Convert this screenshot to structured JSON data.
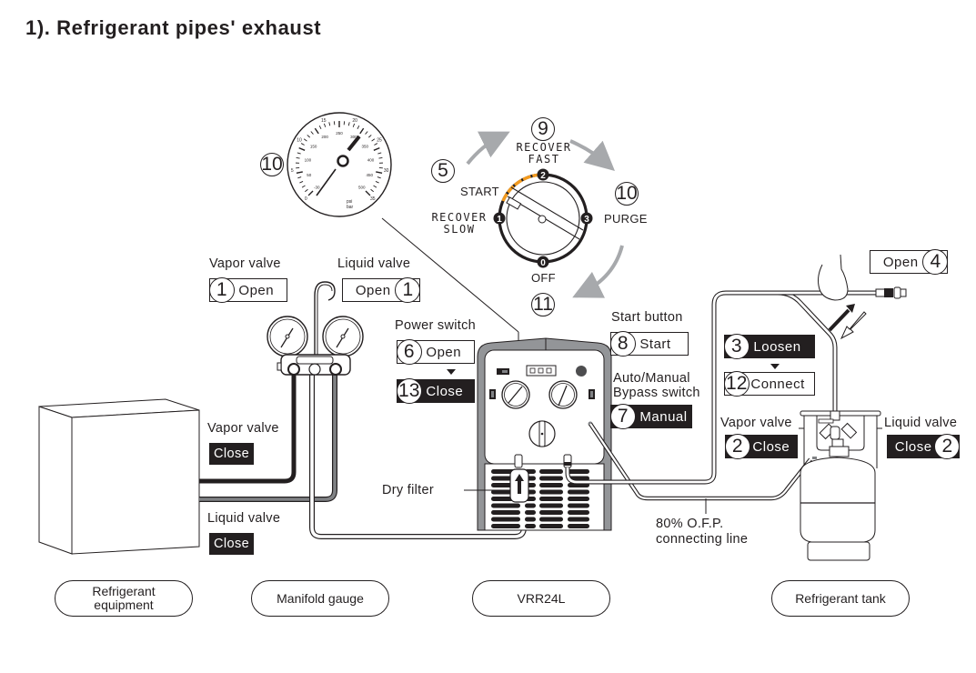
{
  "title": "1). Refrigerant pipes' exhaust",
  "colors": {
    "ink": "#231f20",
    "accent_orange": "#f39a1e",
    "arrow_gray": "#a7a9ac",
    "pipe_gray": "#808285",
    "unit_gray": "#939598"
  },
  "gauge": {
    "step": "10",
    "outer_scale": [
      "0",
      "5",
      "10",
      "15",
      "20",
      "25",
      "30",
      "35"
    ],
    "inner_scale": [
      "-30",
      "50",
      "100",
      "150",
      "200",
      "250",
      "300",
      "350",
      "400",
      "450",
      "500"
    ],
    "units": [
      "psi",
      "bar"
    ]
  },
  "knob": {
    "steps": {
      "start": "5",
      "recover_fast": "9",
      "purge": "10",
      "off": "11"
    },
    "labels": {
      "recover_fast": [
        "RECOVER",
        "FAST"
      ],
      "start": "START",
      "recover_slow": [
        "RECOVER",
        "SLOW"
      ],
      "purge": "PURGE",
      "off": "OFF"
    },
    "positions": [
      "0",
      "1",
      "2",
      "3"
    ]
  },
  "manifold": {
    "vapor_valve": {
      "label": "Vapor valve",
      "step": "1",
      "action": "Open"
    },
    "liquid_valve": {
      "label": "Liquid valve",
      "step": "1",
      "action": "Open"
    }
  },
  "equipment": {
    "vapor_valve": {
      "label": "Vapor valve",
      "action": "Close"
    },
    "liquid_valve": {
      "label": "Liquid valve",
      "action": "Close"
    }
  },
  "unit": {
    "power_switch": {
      "label": "Power switch",
      "steps": [
        {
          "step": "6",
          "action": "Open"
        },
        {
          "step": "13",
          "action": "Close"
        }
      ]
    },
    "start_button": {
      "label": "Start button",
      "step": "8",
      "action": "Start"
    },
    "bypass_switch": {
      "label": [
        "Auto/Manual",
        "Bypass switch"
      ],
      "step": "7",
      "action": "Manual"
    },
    "dry_filter": "Dry filter",
    "ofp_line": [
      "80% O.F.P.",
      "connecting line"
    ]
  },
  "tank": {
    "hose_end": {
      "step": "4",
      "action": "Open"
    },
    "hose_fitting": {
      "steps": [
        {
          "step": "3",
          "action": "Loosen"
        },
        {
          "step": "12",
          "action": "Connect"
        }
      ]
    },
    "vapor_valve": {
      "label": "Vapor valve",
      "step": "2",
      "action": "Close"
    },
    "liquid_valve": {
      "label": "Liquid valve",
      "step": "2",
      "action": "Close"
    }
  },
  "components": [
    {
      "label": "Refrigerant\nequipment"
    },
    {
      "label": "Manifold gauge"
    },
    {
      "label": "VRR24L"
    },
    {
      "label": "Refrigerant tank"
    }
  ]
}
